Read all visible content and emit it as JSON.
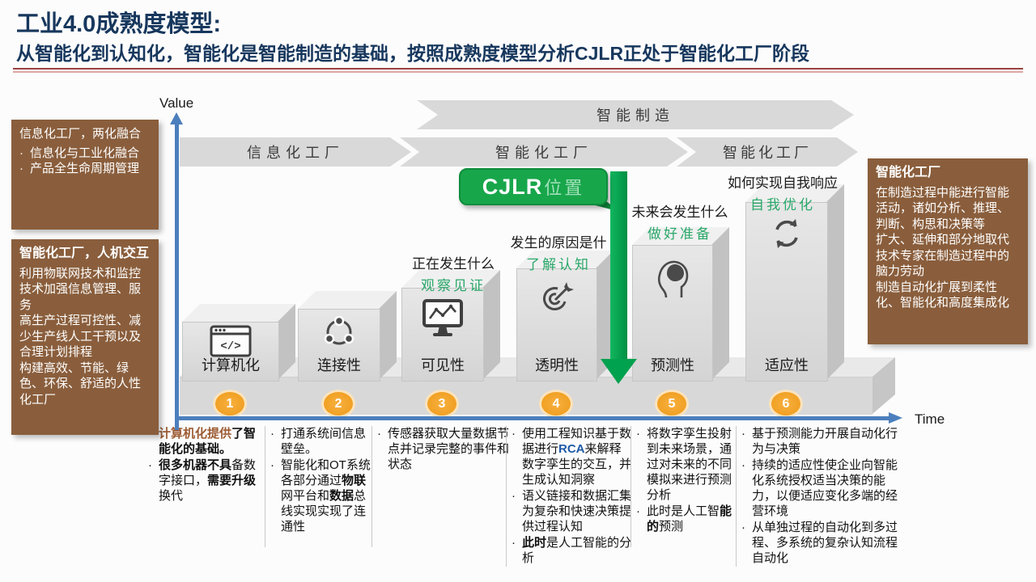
{
  "header": {
    "title": "工业4.0成熟度模型:",
    "subtitle": "从智能化到认知化，智能化是智能制造的基础，按照成熟度模型分析CJLR正处于智能化工厂阶段"
  },
  "axes": {
    "y": "Value",
    "x": "Time"
  },
  "banners": {
    "top": "智能制造",
    "row": [
      "信息化工厂",
      "智能化工厂",
      "智能化工厂"
    ]
  },
  "cjlr": {
    "bold": "CJLR",
    "rest": "位置"
  },
  "annotations": [
    {
      "q": "正在发生什么",
      "a": "观察见证"
    },
    {
      "q": "发生的原因是什",
      "a": "了解认知"
    },
    {
      "q": "未来会发生什么",
      "a": "做好准备"
    },
    {
      "q": "如何实现自我响应",
      "a": "自我优化"
    }
  ],
  "stages": [
    {
      "num": "1",
      "label": "计算机化",
      "icon": "code-window-icon"
    },
    {
      "num": "2",
      "label": "连接性",
      "icon": "network-icon"
    },
    {
      "num": "3",
      "label": "可见性",
      "icon": "monitor-chart-icon"
    },
    {
      "num": "4",
      "label": "透明性",
      "icon": "target-arrow-icon"
    },
    {
      "num": "5",
      "label": "预测性",
      "icon": "head-brain-icon"
    },
    {
      "num": "6",
      "label": "适应性",
      "icon": "sync-arrows-icon"
    }
  ],
  "side_left_top": {
    "title": "信息化工厂，两化融合",
    "bullets": [
      "信息化与工业化融合",
      "产品全生命周期管理"
    ]
  },
  "side_left_bottom": {
    "title": "智能化工厂，人机交互",
    "paragraphs": [
      "利用物联网技术和监控技术加强信息管理、服务",
      "高生产过程可控性、减少生产线人工干预以及合理计划排程",
      "构建高效、节能、绿色、环保、舒适的人性化工厂"
    ]
  },
  "side_right": {
    "title": "智能化工厂",
    "paragraphs": [
      "在制造过程中能进行智能活动，诸如分析、推理、判断、构思和决策等",
      "扩大、延伸和部分地取代技术专家在制造过程中的脑力劳动",
      "制造自动化扩展到柔性化、智能化和高度集成化"
    ]
  },
  "columns": [
    {
      "items": [
        [
          {
            "t": "计算机化提供",
            "s": "sienna"
          },
          {
            "t": "了智能化的基础。",
            "s": "bold"
          }
        ],
        [
          {
            "t": "很多机器不具",
            "s": "bold"
          },
          {
            "t": "备数字接口，",
            "s": ""
          },
          {
            "t": "需要升级",
            "s": "bold"
          },
          {
            "t": "换代",
            "s": ""
          }
        ]
      ]
    },
    {
      "items": [
        [
          {
            "t": "打通系统间信息壁垒。",
            "s": ""
          }
        ],
        [
          {
            "t": "智能化和OT系统各部分通过",
            "s": ""
          },
          {
            "t": "物联",
            "s": "bold"
          },
          {
            "t": "网平台和",
            "s": ""
          },
          {
            "t": "数据",
            "s": "bold"
          },
          {
            "t": "总线实现实现了连通性",
            "s": ""
          }
        ]
      ]
    },
    {
      "items": [
        [
          {
            "t": "传感器获取大量数据节点并记录完整的事件和状态",
            "s": ""
          }
        ]
      ]
    },
    {
      "items": [
        [
          {
            "t": "使用工程知识基于数据进行",
            "s": ""
          },
          {
            "t": "RCA",
            "s": "blue"
          },
          {
            "t": "来解释数字孪生的交互，并生成认知洞察",
            "s": ""
          }
        ],
        [
          {
            "t": "语义链接和数据汇集为复杂和快速决策提供过程认知",
            "s": ""
          }
        ],
        [
          {
            "t": "此时",
            "s": "bold"
          },
          {
            "t": "是人工智能的分析",
            "s": ""
          }
        ]
      ]
    },
    {
      "items": [
        [
          {
            "t": "将数字孪生投射到未来场景，通过对未来的不同模拟来进行预测分析",
            "s": ""
          }
        ],
        [
          {
            "t": "此时是人工智",
            "s": ""
          },
          {
            "t": "能的",
            "s": "bold"
          },
          {
            "t": "预测",
            "s": ""
          }
        ]
      ]
    },
    {
      "items": [
        [
          {
            "t": "基于预测能力开展自动化行为与决策",
            "s": ""
          }
        ],
        [
          {
            "t": "持续的适应性使企业向智能化系统授权适当决策的能力，以便适应变化多端的经营环境",
            "s": ""
          }
        ],
        [
          {
            "t": "从单独过程的自动化到多过程、多系统的复杂认知流程自动化",
            "s": ""
          }
        ]
      ]
    }
  ],
  "colors": {
    "title_navy": "#17375D",
    "underline_red": "#9A4340",
    "box_brown": "#8A5E3C",
    "banner_gray": "#D9D9D9",
    "cjlr_green": "#18A64B",
    "cjlr_border_green": "#0E8C3C",
    "arrow_green": "#00A14F",
    "annotation_green": "#2BA86A",
    "badge_orange": "#F0A32E",
    "axis_blue": "#4C7FBD",
    "rca_blue": "#1F5AA8",
    "sienna": "#9C5B33"
  }
}
